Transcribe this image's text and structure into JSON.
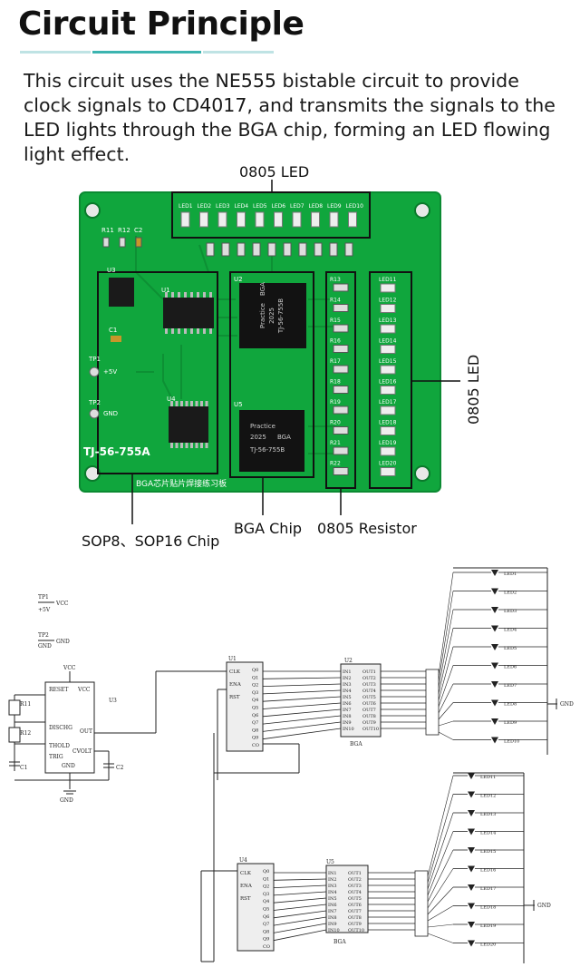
{
  "page": {
    "title": "Circuit Principle",
    "description": "This circuit uses the NE555 bistable circuit to provide clock signals to CD4017, and transmits the signals to the LED lights through the BGA chip, forming an LED flowing light effect."
  },
  "board": {
    "label_top": "0805 LED",
    "label_right": "0805 LED",
    "label_sop": "SOP8、SOP16 Chip",
    "label_bga": "BGA Chip",
    "label_res": "0805 Resistor",
    "model": "TJ-56-755A",
    "bottom_text": "BGA芯片贴片焊接练习板",
    "chip_brand": "Practice",
    "chip_year": "2025",
    "chip_type": "BGA",
    "chip_model": "TJ-56-755B",
    "tp1": "TP1",
    "tp2": "TP2",
    "plus5v": "+5V",
    "gnd": "GND",
    "u1": "U1",
    "u2": "U2",
    "u3": "U3",
    "u4": "U4",
    "u5": "U5",
    "r11": "R11",
    "r12": "R12",
    "c2": "C2",
    "c1": "C1",
    "top_leds": [
      "LED1",
      "LED2",
      "LED3",
      "LED4",
      "LED5",
      "LED6",
      "LED7",
      "LED8",
      "LED9",
      "LED10"
    ],
    "side_resistors": [
      "R13",
      "R14",
      "R15",
      "R16",
      "R17",
      "R18",
      "R19",
      "R20",
      "R21",
      "R22"
    ],
    "side_leds": [
      "LED11",
      "LED12",
      "LED13",
      "LED14",
      "LED15",
      "LED16",
      "LED17",
      "LED18",
      "LED19",
      "LED20"
    ]
  },
  "schematic": {
    "tp1": "TP1",
    "tp1_sub": "+5V",
    "vcc": "VCC",
    "tp2": "TP2",
    "tp2_sub": "GND",
    "gnd": "GND",
    "ne555": [
      "RESET",
      "DISCHG",
      "THOLD",
      "TRIG",
      "VCC",
      "OUT",
      "CVOLT",
      "GND"
    ],
    "u3": "U3",
    "r11": "R11",
    "r12": "R12",
    "c1": "C1",
    "c2": "C2",
    "u1": "U1",
    "cd4017_left": [
      "CLK",
      "ENA",
      "RST"
    ],
    "cd4017_right": [
      "Q0",
      "Q1",
      "Q2",
      "Q3",
      "Q4",
      "Q5",
      "Q6",
      "Q7",
      "Q8",
      "Q9",
      "CO"
    ],
    "u2": "U2",
    "bga": "BGA",
    "bga_in": [
      "IN1",
      "IN2",
      "IN3",
      "IN4",
      "IN5",
      "IN6",
      "IN7",
      "IN8",
      "IN9",
      "IN10"
    ],
    "bga_out": [
      "OUT1",
      "OUT2",
      "OUT3",
      "OUT4",
      "OUT5",
      "OUT6",
      "OUT7",
      "OUT8",
      "OUT9",
      "OUT10"
    ],
    "u4": "U4",
    "u5": "U5",
    "leds_top": [
      "LED1",
      "LED2",
      "LED3",
      "LED4",
      "LED5",
      "LED6",
      "LED7",
      "LED8",
      "LED9",
      "LED10"
    ],
    "leds_bottom": [
      "LED11",
      "LED12",
      "LED13",
      "LED14",
      "LED15",
      "LED16",
      "LED17",
      "LED18",
      "LED19",
      "LED20"
    ]
  },
  "colors": {
    "pcb": "#0fa83c",
    "pcb_dark": "#0a7a2c",
    "accent": "#3cb4b0"
  }
}
